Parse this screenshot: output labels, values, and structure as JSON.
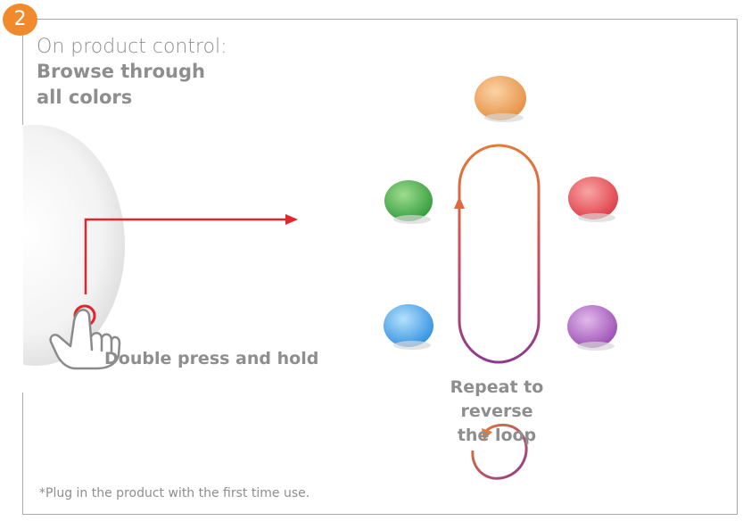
{
  "step": {
    "number": "2"
  },
  "heading": {
    "intro": "On product control:",
    "action_line1": "Browse through",
    "action_line2": "all colors"
  },
  "instruction": {
    "press_label": "Double press and hold"
  },
  "loop": {
    "repeat_line1": "Repeat to reverse",
    "repeat_line2": "the loop",
    "colors": {
      "top": "#f0a35e",
      "left_top": "#4caa4a",
      "right_top": "#e85a5a",
      "left_bottom": "#4aa6e8",
      "right_bottom": "#b570c4"
    }
  },
  "footnote": "*Plug in the product with the first time use.",
  "accent": {
    "badge": "#f08a2c",
    "arrow": "#e0262b"
  }
}
